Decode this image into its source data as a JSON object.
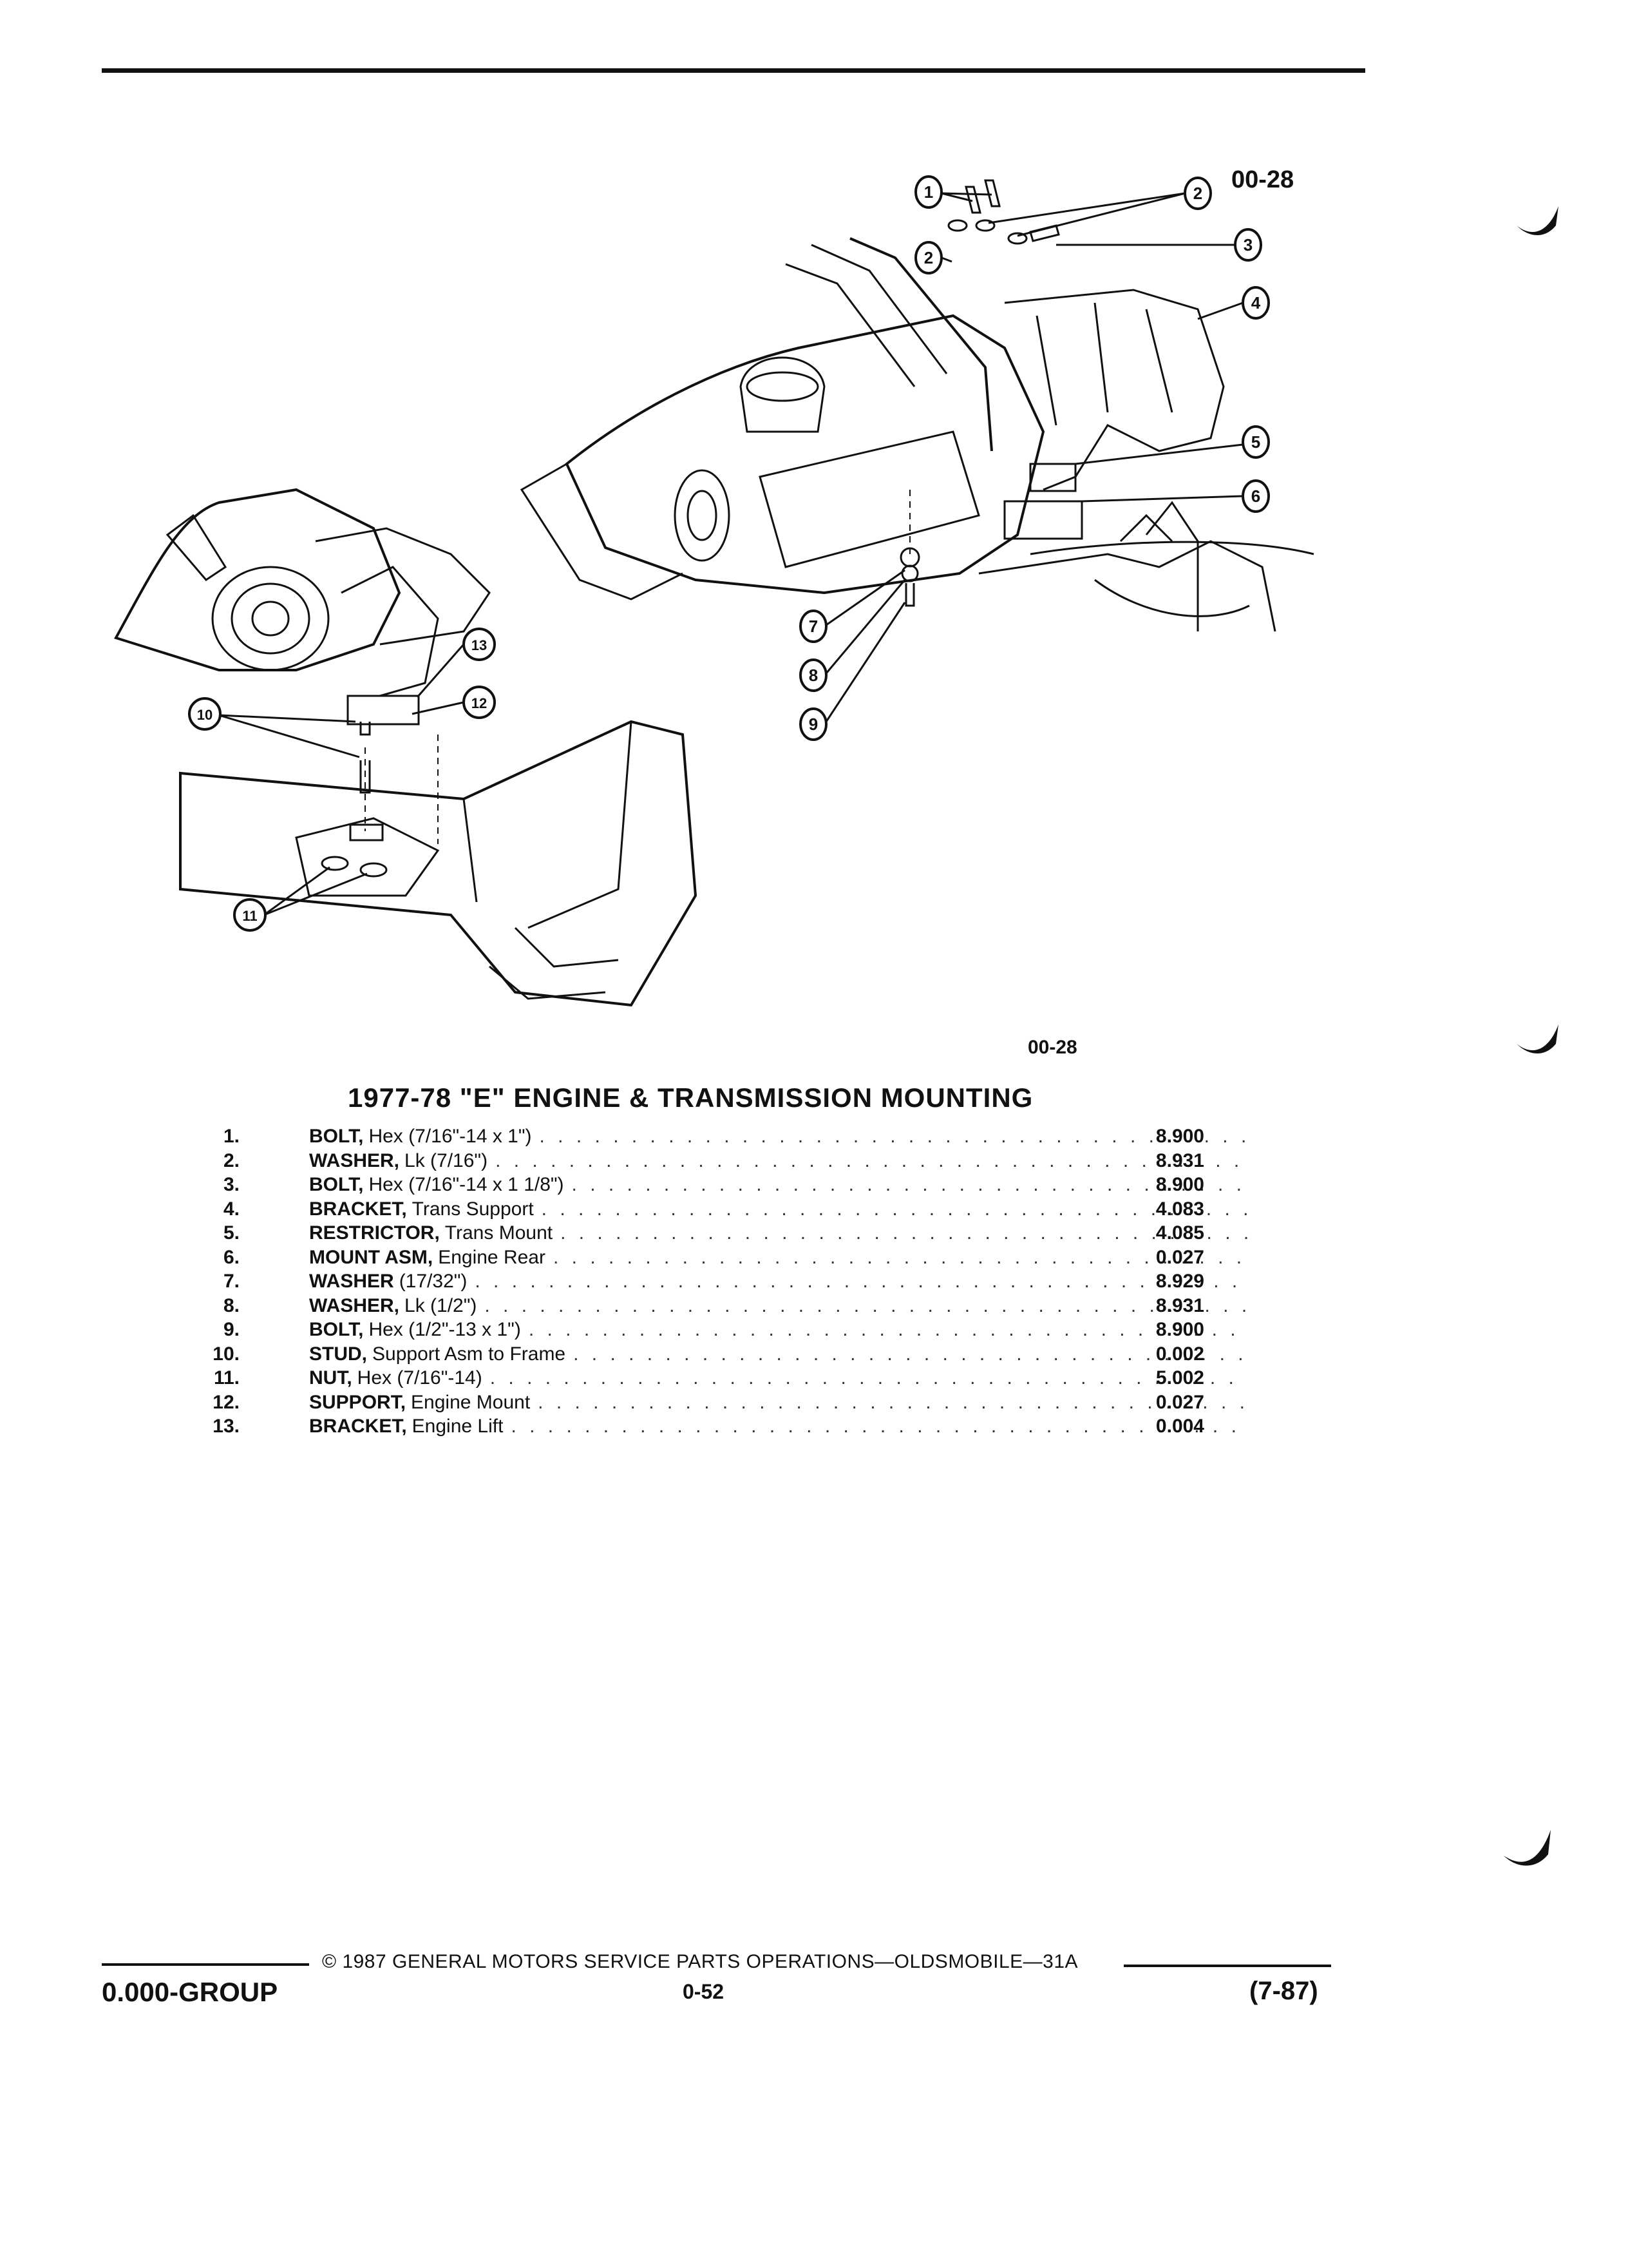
{
  "diagram": {
    "ref_code_top": "00-28",
    "ref_code_bottom": "00-28",
    "callouts": [
      "1",
      "2",
      "2",
      "3",
      "4",
      "5",
      "6",
      "7",
      "8",
      "9",
      "10",
      "11",
      "12",
      "13"
    ]
  },
  "parts": {
    "title": "1977-78 \"E\" ENGINE & TRANSMISSION MOUNTING",
    "items": [
      {
        "num": "1.",
        "name": "BOLT,",
        "desc": "Hex (7/16\"-14 x 1\")",
        "code": "8.900"
      },
      {
        "num": "2.",
        "name": "WASHER,",
        "desc": "Lk (7/16\")",
        "code": "8.931"
      },
      {
        "num": "3.",
        "name": "BOLT,",
        "desc": "Hex (7/16\"-14 x 1 1/8\")",
        "code": "8.900"
      },
      {
        "num": "4.",
        "name": "BRACKET,",
        "desc": "Trans Support",
        "code": "4.083"
      },
      {
        "num": "5.",
        "name": "RESTRICTOR,",
        "desc": "Trans Mount",
        "code": "4.085"
      },
      {
        "num": "6.",
        "name": "MOUNT ASM,",
        "desc": "Engine Rear",
        "code": "0.027"
      },
      {
        "num": "7.",
        "name": "WASHER",
        "desc": "(17/32\")",
        "code": "8.929"
      },
      {
        "num": "8.",
        "name": "WASHER,",
        "desc": "Lk (1/2\")",
        "code": "8.931"
      },
      {
        "num": "9.",
        "name": "BOLT,",
        "desc": "Hex (1/2\"-13 x 1\")",
        "code": "8.900"
      },
      {
        "num": "10.",
        "name": "STUD,",
        "desc": "Support Asm to Frame",
        "code": "0.002"
      },
      {
        "num": "11.",
        "name": "NUT,",
        "desc": "Hex (7/16\"-14)",
        "code": "5.002"
      },
      {
        "num": "12.",
        "name": "SUPPORT,",
        "desc": "Engine Mount",
        "code": "0.027"
      },
      {
        "num": "13.",
        "name": "BRACKET,",
        "desc": "Engine Lift",
        "code": "0.004"
      }
    ]
  },
  "footer": {
    "copyright": "© 1987 GENERAL MOTORS SERVICE PARTS OPERATIONS—OLDSMOBILE—31A",
    "group": "0.000-GROUP",
    "page": "0-52",
    "date": "(7-87)"
  }
}
